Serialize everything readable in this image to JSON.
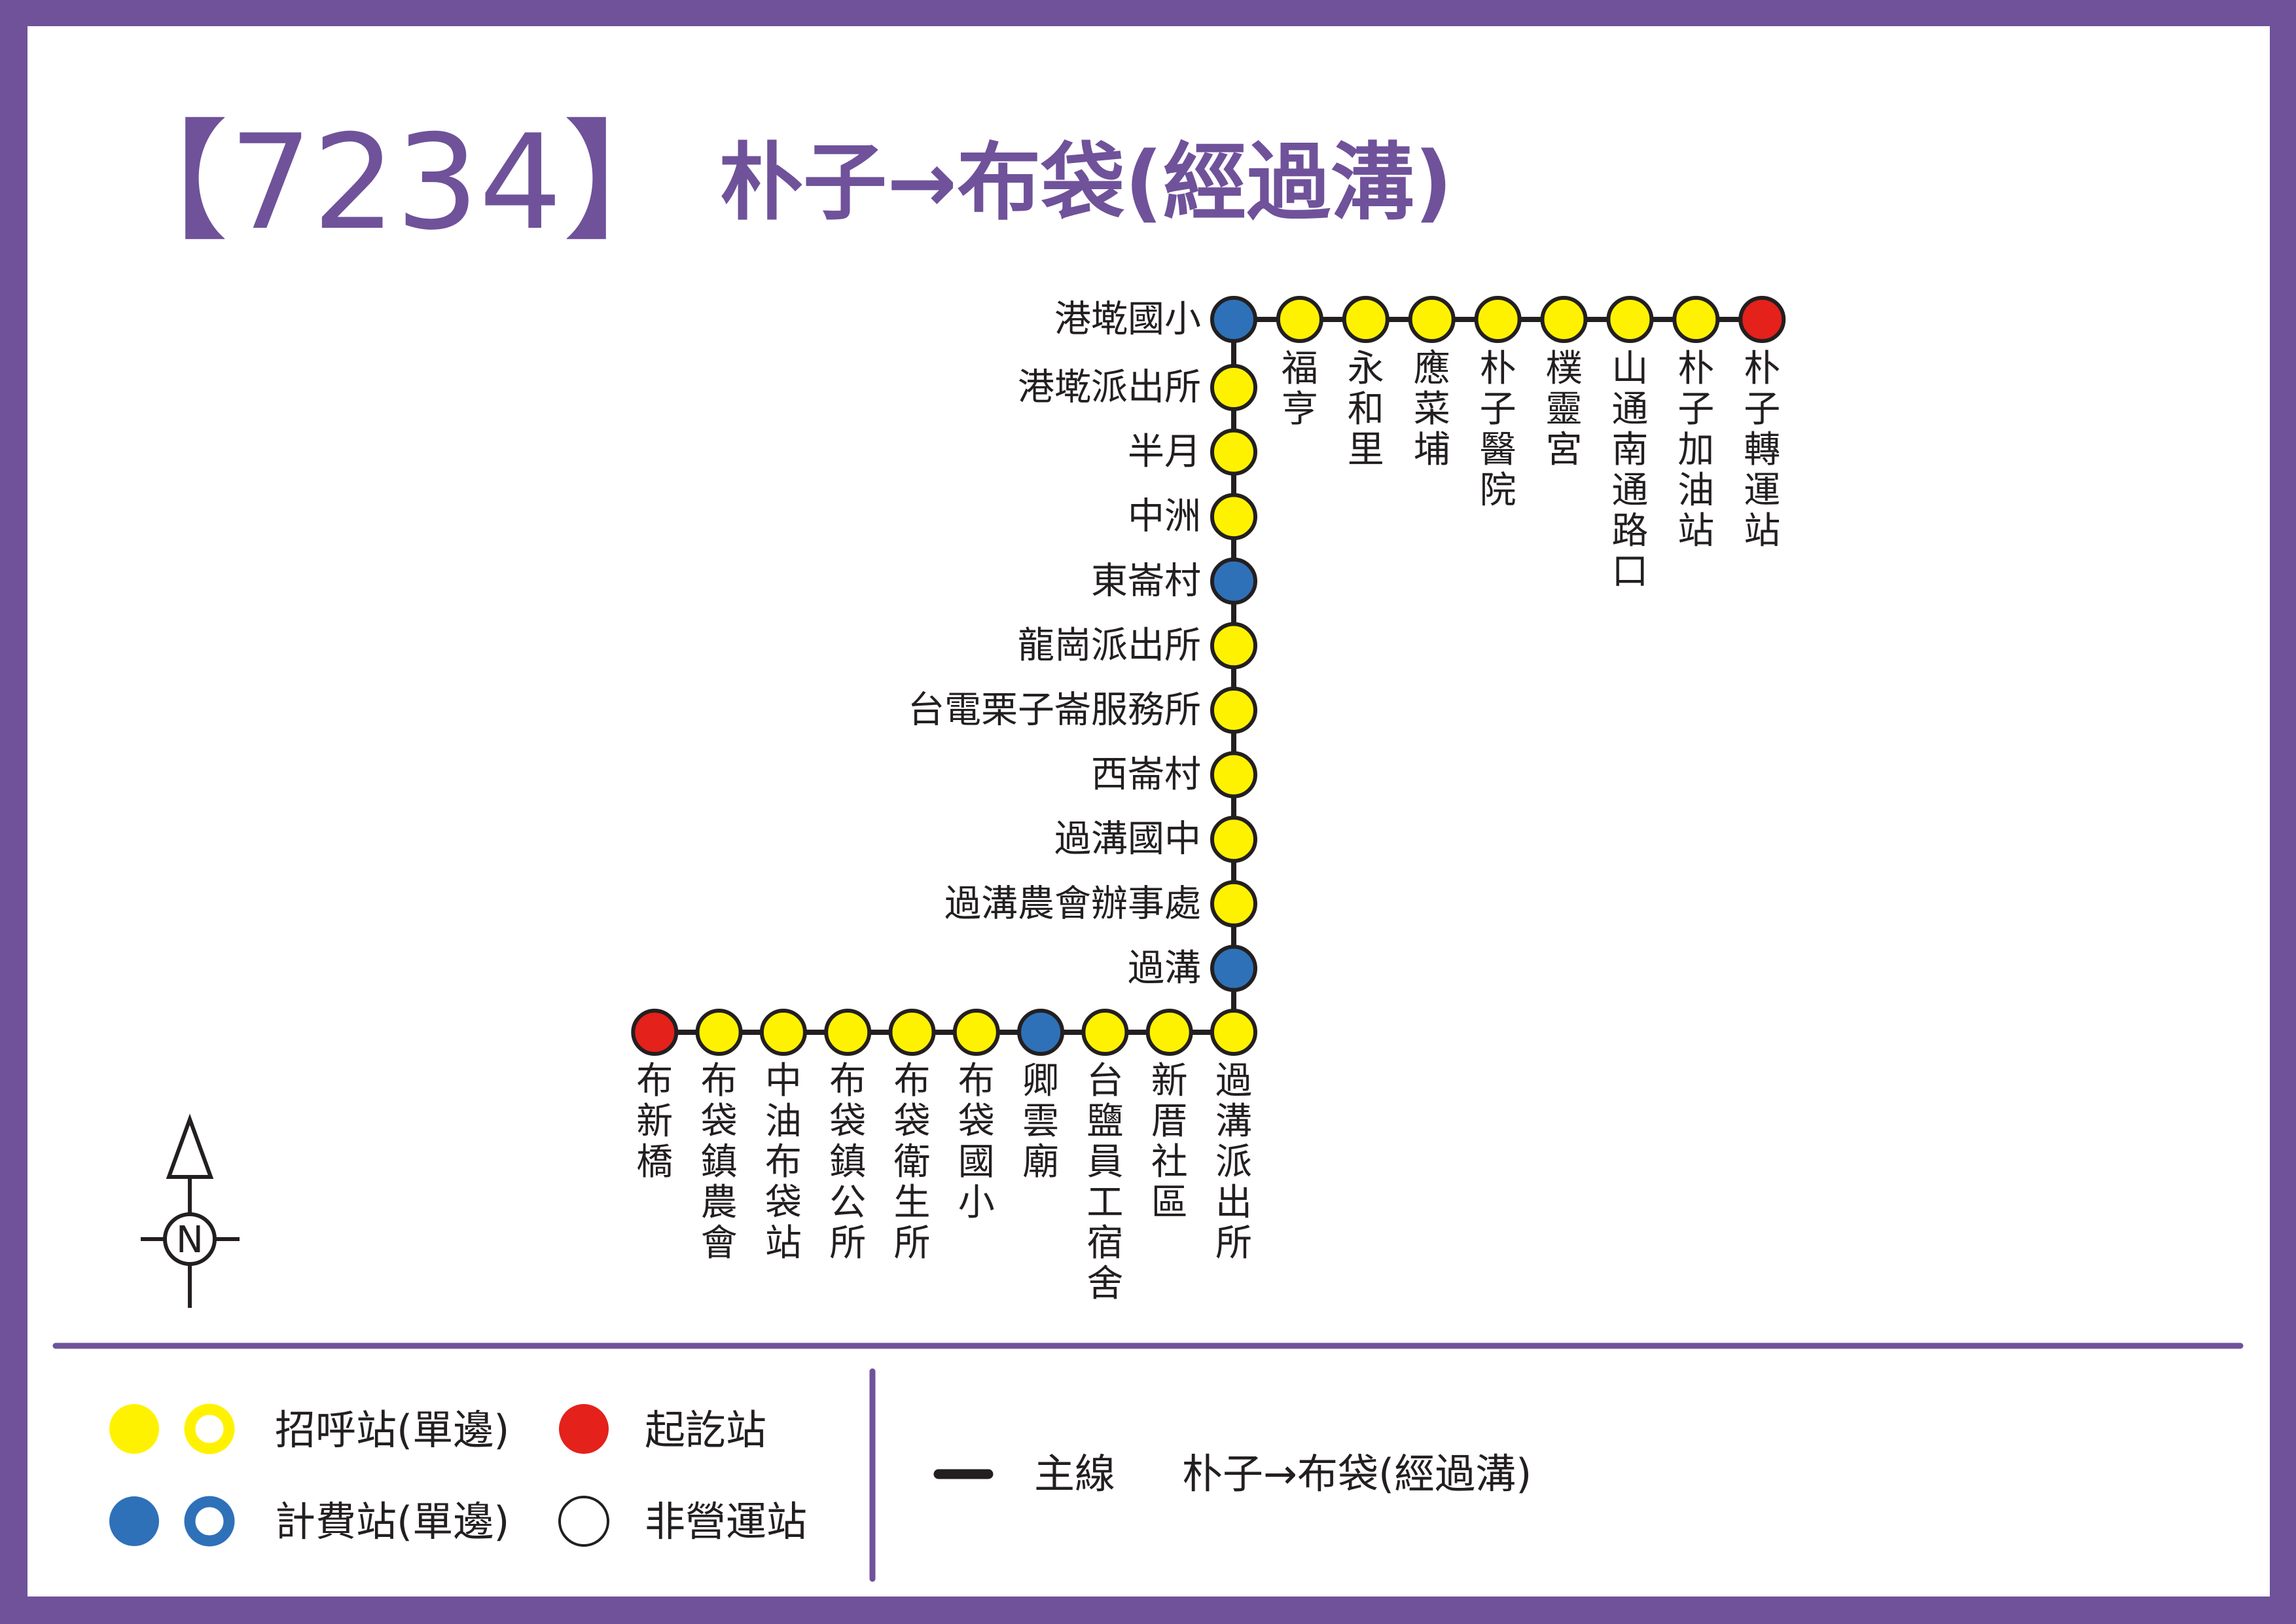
{
  "route": {
    "number": "【7234】",
    "name": "朴子→布袋(經過溝)"
  },
  "colors": {
    "frame": "#6f529a",
    "yellow_stop": "#fff200",
    "blue_stop": "#2e71b8",
    "red_stop": "#e4211b",
    "line": "#231f20"
  },
  "diagram": {
    "top_row": [
      {
        "name": "港墘國小",
        "type": "blue"
      },
      {
        "name": "福亨",
        "type": "yellow"
      },
      {
        "name": "永和里",
        "type": "yellow"
      },
      {
        "name": "應菜埔",
        "type": "yellow"
      },
      {
        "name": "朴子醫院",
        "type": "yellow"
      },
      {
        "name": "樸靈宮",
        "type": "yellow"
      },
      {
        "name": "山通南通路口",
        "type": "yellow"
      },
      {
        "name": "朴子加油站",
        "type": "yellow"
      },
      {
        "name": "朴子轉運站",
        "type": "red"
      }
    ],
    "column": [
      {
        "name": "港墘派出所",
        "type": "yellow"
      },
      {
        "name": "半月",
        "type": "yellow"
      },
      {
        "name": "中洲",
        "type": "yellow"
      },
      {
        "name": "東崙村",
        "type": "blue"
      },
      {
        "name": "龍崗派出所",
        "type": "yellow"
      },
      {
        "name": "台電栗子崙服務所",
        "type": "yellow"
      },
      {
        "name": "西崙村",
        "type": "yellow"
      },
      {
        "name": "過溝國中",
        "type": "yellow"
      },
      {
        "name": "過溝農會辦事處",
        "type": "yellow"
      },
      {
        "name": "過溝",
        "type": "blue"
      }
    ],
    "bottom_row": [
      {
        "name": "過溝派出所",
        "type": "yellow"
      },
      {
        "name": "新厝社區",
        "type": "yellow"
      },
      {
        "name": "台鹽員工宿舍",
        "type": "yellow"
      },
      {
        "name": "卿雲廟",
        "type": "blue"
      },
      {
        "name": "布袋國小",
        "type": "yellow"
      },
      {
        "name": "布袋衛生所",
        "type": "yellow"
      },
      {
        "name": "布袋鎮公所",
        "type": "yellow"
      },
      {
        "name": "中油布袋站",
        "type": "yellow"
      },
      {
        "name": "布袋鎮農會",
        "type": "yellow"
      },
      {
        "name": "布新橋",
        "type": "red"
      }
    ]
  },
  "compass": {
    "label": "N"
  },
  "legend": {
    "flag_stop": "招呼站(單邊)",
    "terminal": "起訖站",
    "fare_stop": "計費站(單邊)",
    "inactive": "非營運站",
    "main_line_label": "主線",
    "main_line_route": "朴子→布袋(經過溝)"
  }
}
